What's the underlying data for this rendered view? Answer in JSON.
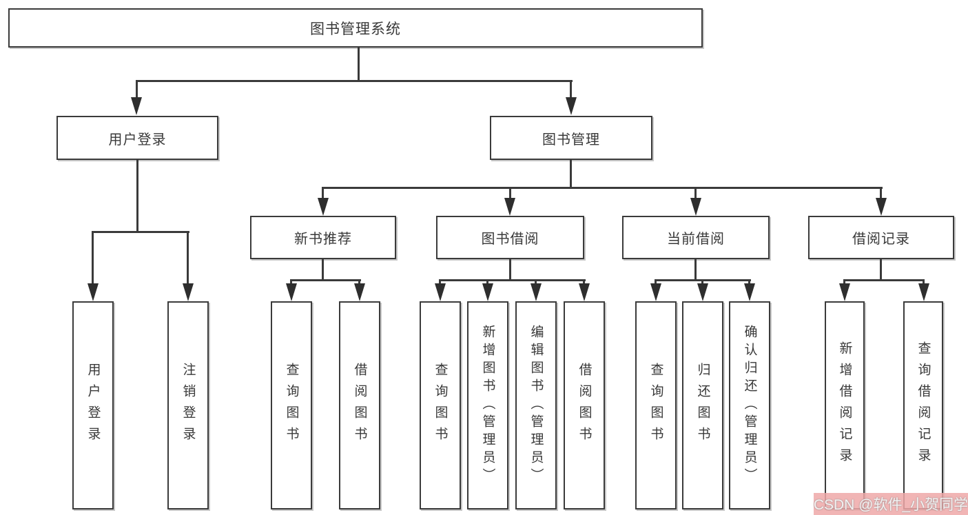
{
  "tree": {
    "root": {
      "label": "图书管理系统",
      "children": [
        {
          "label": "用户登录",
          "children": [
            {
              "label": "用户登录"
            },
            {
              "label": "注销登录"
            }
          ]
        },
        {
          "label": "图书管理",
          "children": [
            {
              "label": "新书推荐",
              "children": [
                {
                  "label": "查询图书"
                },
                {
                  "label": "借阅图书"
                }
              ]
            },
            {
              "label": "图书借阅",
              "children": [
                {
                  "label": "查询图书"
                },
                {
                  "label": "新增图书（管理员）"
                },
                {
                  "label": "编辑图书（管理员）"
                },
                {
                  "label": "借阅图书"
                }
              ]
            },
            {
              "label": "当前借阅",
              "children": [
                {
                  "label": "查询图书"
                },
                {
                  "label": "归还图书"
                },
                {
                  "label": "确认归还（管理员）"
                }
              ]
            },
            {
              "label": "借阅记录",
              "children": [
                {
                  "label": "新增借阅记录"
                },
                {
                  "label": "查询借阅记录"
                }
              ]
            }
          ]
        }
      ]
    }
  },
  "watermark": {
    "text": "CSDN @软件_小贺同学"
  },
  "colors": {
    "line": "#3a3a3a",
    "arrow": "#2e2e2e",
    "box_border": "#3a3a3a",
    "text": "#383838",
    "watermark_bg": "#eea8a8",
    "watermark_text": "#f2f2f2",
    "background": "#ffffff"
  }
}
